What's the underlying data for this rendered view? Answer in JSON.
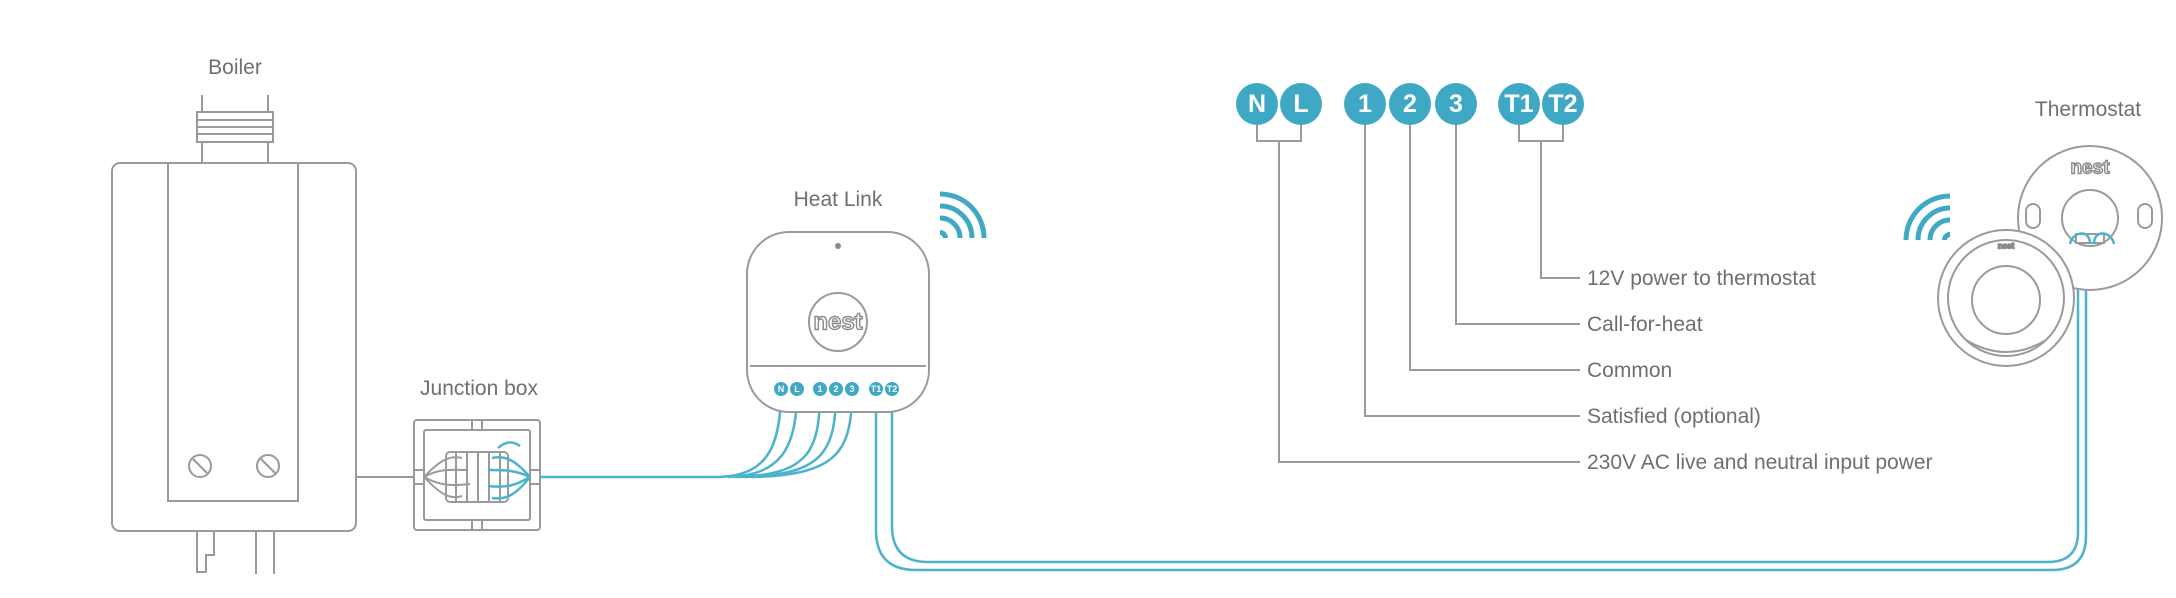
{
  "devices": {
    "boiler": "Boiler",
    "junction_box": "Junction box",
    "heat_link": "Heat Link",
    "thermostat": "Thermostat",
    "logo": "nest"
  },
  "terminals": [
    "N",
    "L",
    "1",
    "2",
    "3",
    "T1",
    "T2"
  ],
  "wiring": [
    {
      "terminals": [
        "N",
        "L"
      ],
      "description": "230V AC live and neutral input power"
    },
    {
      "terminals": [
        "1"
      ],
      "description": "Satisfied (optional)"
    },
    {
      "terminals": [
        "2"
      ],
      "description": "Common"
    },
    {
      "terminals": [
        "3"
      ],
      "description": "Call-for-heat"
    },
    {
      "terminals": [
        "T1",
        "T2"
      ],
      "description": "12V power to thermostat"
    }
  ],
  "colors": {
    "accent": "#3fa9c5",
    "line_gray": "#9a9a9a",
    "text_gray": "#6f6f6f"
  },
  "icons": {
    "heat_link_signal": "wifi-icon",
    "thermostat_signal": "wifi-icon"
  }
}
